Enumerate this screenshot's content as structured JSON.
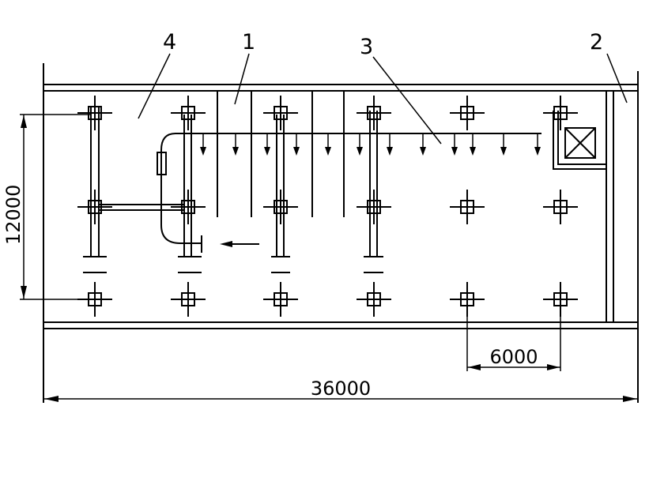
{
  "callouts": [
    "4",
    "1",
    "3",
    "2"
  ],
  "dimensions": {
    "height": "12000",
    "span": "6000",
    "total_length": "36000"
  },
  "colors": {
    "ink": "#000000",
    "paper": "#ffffff"
  }
}
